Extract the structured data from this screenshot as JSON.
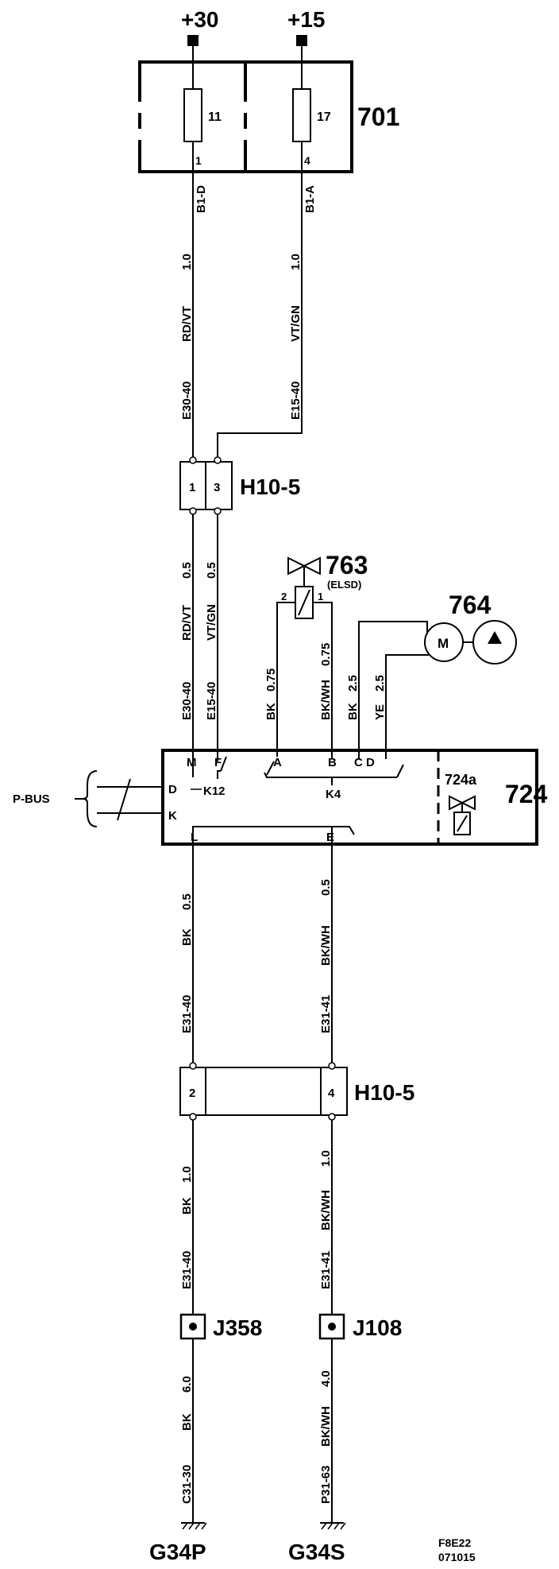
{
  "supply": {
    "left_label": "+30",
    "right_label": "+15"
  },
  "fusebox": {
    "id": "701",
    "fuse_left": "11",
    "fuse_right": "17",
    "pin_left": "1",
    "pin_right": "4",
    "conn_left": "B1-D",
    "conn_right": "B1-A"
  },
  "wires_upper": {
    "left": {
      "circuit": "E30-40",
      "color": "RD/VT",
      "size": "1.0"
    },
    "right": {
      "circuit": "E15-40",
      "color": "VT/GN",
      "size": "1.0"
    }
  },
  "connector_top": {
    "label": "H10-5",
    "pin_a": "1",
    "pin_b": "3"
  },
  "wires_mid": {
    "left": {
      "circuit": "E30-40",
      "color": "RD/VT",
      "size": "0.5"
    },
    "right": {
      "circuit": "E15-40",
      "color": "VT/GN",
      "size": "0.5"
    }
  },
  "valve_763": {
    "id": "763",
    "note": "(ELSD)",
    "pin_2": "2",
    "pin_1": "1"
  },
  "motor_764": {
    "id": "764",
    "motor_symbol": "M"
  },
  "wires_control": {
    "a": {
      "color": "BK",
      "size": "0.75"
    },
    "b": {
      "color": "BK/WH",
      "size": "0.75"
    },
    "c": {
      "color": "BK",
      "size": "2.5"
    },
    "d": {
      "color": "YE",
      "size": "2.5"
    }
  },
  "module_724": {
    "id": "724",
    "sub_id": "724a",
    "pins": {
      "m": "M",
      "f": "F",
      "a": "A",
      "b": "B",
      "c": "C",
      "d": "D",
      "pd": "D",
      "pk": "K",
      "l": "L",
      "e": "E"
    },
    "relay_k12": "K12",
    "relay_k4": "K4"
  },
  "pbus": {
    "label": "P-BUS"
  },
  "wires_lower": {
    "left": {
      "circuit": "E31-40",
      "color": "BK",
      "size": "0.5"
    },
    "right": {
      "circuit": "E31-41",
      "color": "BK/WH",
      "size": "0.5"
    }
  },
  "connector_bottom": {
    "label": "H10-5",
    "pin_a": "2",
    "pin_b": "4"
  },
  "wires_lower2": {
    "left": {
      "circuit": "E31-40",
      "color": "BK",
      "size": "1.0"
    },
    "right": {
      "circuit": "E31-41",
      "color": "BK/WH",
      "size": "1.0"
    }
  },
  "splices": {
    "left": "J358",
    "right": "J108"
  },
  "wires_ground": {
    "left": {
      "circuit": "C31-30",
      "color": "BK",
      "size": "6.0"
    },
    "right": {
      "circuit": "P31-63",
      "color": "BK/WH",
      "size": "4.0"
    }
  },
  "grounds": {
    "left": "G34P",
    "right": "G34S"
  },
  "footer": {
    "code": "F8E22",
    "date": "071015"
  }
}
